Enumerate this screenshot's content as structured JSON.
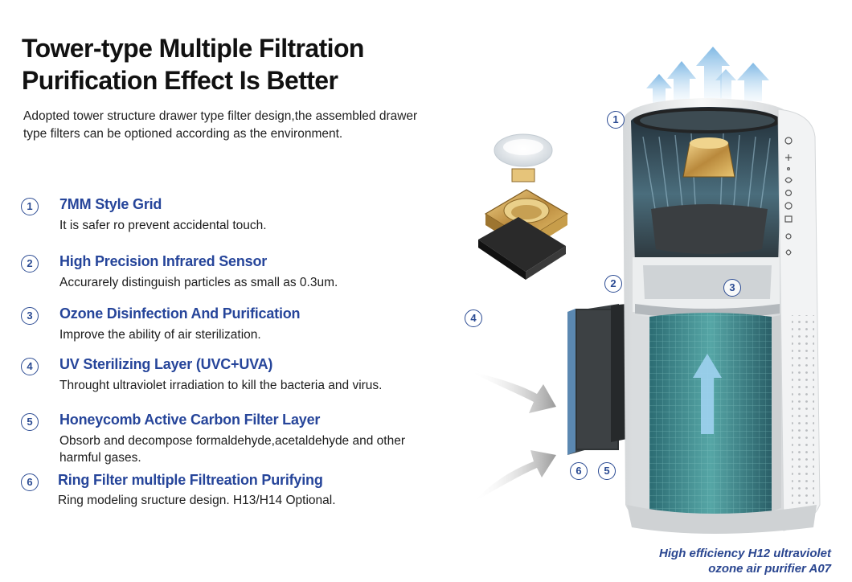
{
  "title_line1": "Tower-type Multiple Filtration",
  "title_line2": "Purification Effect Is Better",
  "intro": "Adopted tower structure drawer type filter design,the assembled drawer type filters can be optioned according as the environment.",
  "features": [
    {
      "num": "1",
      "title": "7MM Style Grid",
      "desc": "It is safer ro prevent accidental touch."
    },
    {
      "num": "2",
      "title": "High Precision Infrared Sensor",
      "desc": "Accurarely distinguish particles as small as 0.3um."
    },
    {
      "num": "3",
      "title": "Ozone Disinfection And Purification",
      "desc": "Improve the ability of air sterilization."
    },
    {
      "num": "4",
      "title": "UV Sterilizing Layer (UVC+UVA)",
      "desc": "Throught ultraviolet irradiation to kill the bacteria and virus."
    },
    {
      "num": "5",
      "title": "Honeycomb Active Carbon Filter Layer",
      "desc": "Obsorb and decompose formaldehyde,acetaldehyde and other harmful gases."
    },
    {
      "num": "6",
      "title": "Ring Filter multiple Filtreation Purifying",
      "desc": "Ring modeling sructure design.  H13/H14 Optional."
    }
  ],
  "callouts": [
    "1",
    "2",
    "3",
    "4",
    "6",
    "5"
  ],
  "caption_line1": "High efficiency H12 ultraviolet",
  "caption_line2": "ozone air purifier A07",
  "colors": {
    "accent_blue": "#26459a",
    "filter_teal": "#3f8f90",
    "arrow_blue": "#8ec4ea"
  }
}
